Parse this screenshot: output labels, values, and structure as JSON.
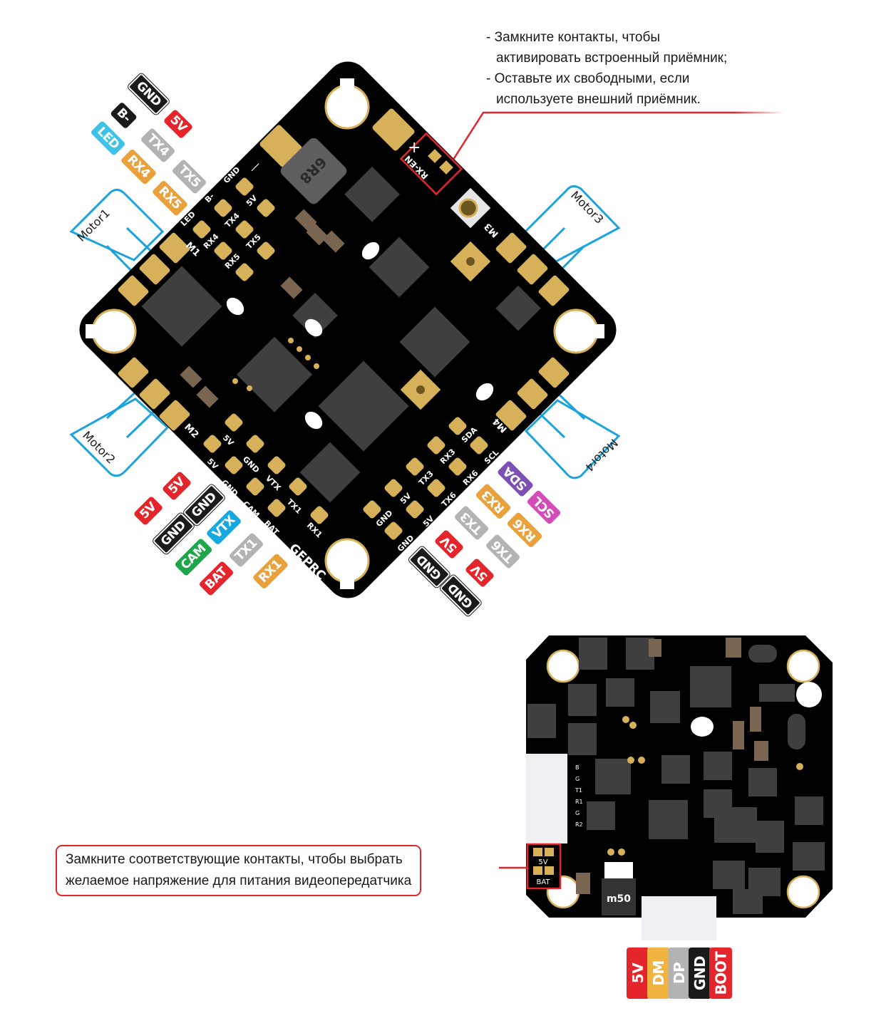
{
  "colors": {
    "board": "#000000",
    "pad_gold": "#d6b15a",
    "chip": "#3f3f3f",
    "inductor": "#5f5f5f",
    "callout_red": "#e4252b",
    "motor_blue": "#1aa3dc",
    "tag_red": "#e4252b",
    "tag_black": "#1a1a1a",
    "tag_gray": "#b3b3b3",
    "tag_orange": "#e9a23b",
    "tag_cyan": "#3ec3e6",
    "tag_blue": "#16a9e0",
    "tag_green": "#1fa64a",
    "tag_purple": "#7b4fb3",
    "tag_magenta": "#d54bb7",
    "tag_yellow": "#f2b441"
  },
  "top_note": {
    "lines": [
      "- Замкните контакты, чтобы",
      "активировать встроенный приёмник;",
      "- Оставьте их свободными, если",
      "используете внешний приёмник."
    ]
  },
  "bottom_note": {
    "lines": [
      "Замкните соответствующие контакты, чтобы выбрать",
      "желаемое напряжение для питания видеопередатчика"
    ]
  },
  "main_board": {
    "logo": "GEPRC",
    "inductor_marking": "6R8",
    "rx_en_label": "RX-EN",
    "plus_label": "+",
    "minus_label": "—",
    "motor_pad_labels": [
      "M1",
      "M2",
      "M3",
      "M4"
    ],
    "top_left_pads": [
      "GND",
      "5V",
      "B-",
      "LED",
      "TX4",
      "RX4",
      "TX5",
      "RX5"
    ],
    "bottom_left_pads": [
      "5V",
      "5V",
      "GND",
      "GND",
      "VTX",
      "CAM",
      "TX1",
      "BAT",
      "RX1"
    ],
    "bottom_right_pads": [
      "SDA",
      "SCL",
      "RX3",
      "RX6",
      "TX3",
      "TX6",
      "5V",
      "5V",
      "GND",
      "GND"
    ]
  },
  "motors": [
    "Motor1",
    "Motor2",
    "Motor3",
    "Motor4"
  ],
  "tags_top_left": [
    {
      "label": "GND",
      "color": "tag_black",
      "outline": true
    },
    {
      "label": "B-",
      "color": "tag_black"
    },
    {
      "label": "5V",
      "color": "tag_red"
    },
    {
      "label": "LED",
      "color": "tag_cyan"
    },
    {
      "label": "TX4",
      "color": "tag_gray"
    },
    {
      "label": "RX4",
      "color": "tag_orange"
    },
    {
      "label": "TX5",
      "color": "tag_gray"
    },
    {
      "label": "RX5",
      "color": "tag_orange"
    }
  ],
  "tags_bottom_left": [
    {
      "label": "5V",
      "color": "tag_red"
    },
    {
      "label": "5V",
      "color": "tag_red"
    },
    {
      "label": "GND",
      "color": "tag_black",
      "outline": true
    },
    {
      "label": "GND",
      "color": "tag_black",
      "outline": true
    },
    {
      "label": "VTX",
      "color": "tag_blue"
    },
    {
      "label": "CAM",
      "color": "tag_green"
    },
    {
      "label": "TX1",
      "color": "tag_gray"
    },
    {
      "label": "BAT",
      "color": "tag_red"
    },
    {
      "label": "RX1",
      "color": "tag_orange"
    }
  ],
  "tags_bottom_right": [
    {
      "label": "SDA",
      "color": "tag_purple"
    },
    {
      "label": "SCL",
      "color": "tag_magenta"
    },
    {
      "label": "RX3",
      "color": "tag_orange"
    },
    {
      "label": "RX6",
      "color": "tag_orange"
    },
    {
      "label": "TX3",
      "color": "tag_gray"
    },
    {
      "label": "TX6",
      "color": "tag_gray"
    },
    {
      "label": "5V",
      "color": "tag_red"
    },
    {
      "label": "5V",
      "color": "tag_red"
    },
    {
      "label": "GND",
      "color": "tag_black",
      "outline": true
    },
    {
      "label": "GND",
      "color": "tag_black",
      "outline": true
    }
  ],
  "small_board": {
    "connector_pins": [
      "B",
      "G",
      "T1",
      "R1",
      "G",
      "R2"
    ],
    "vtx_select": [
      "5V",
      "BAT"
    ],
    "inductor_marking": "m50"
  },
  "usb_tags": [
    {
      "label": "5V",
      "color": "tag_red"
    },
    {
      "label": "DM",
      "color": "tag_yellow"
    },
    {
      "label": "DP",
      "color": "tag_gray"
    },
    {
      "label": "GND",
      "color": "tag_black"
    },
    {
      "label": "BOOT",
      "color": "tag_red"
    }
  ]
}
